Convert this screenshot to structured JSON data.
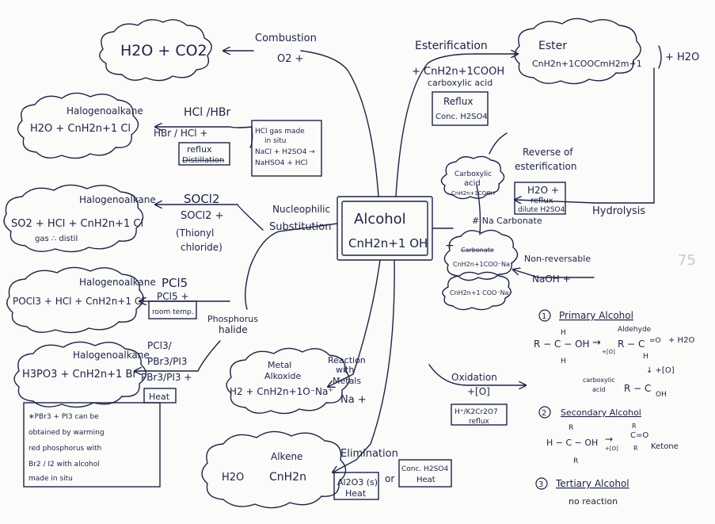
{
  "center": {
    "line1": "Alcohol",
    "line2": "CnH2n+1 OH"
  },
  "combustion": {
    "label": "Combustion",
    "reagent": "O2 +",
    "product": "H2O + CO2"
  },
  "haloalkane": {
    "title": "Halogenoalkane",
    "product": "H2O + CnH2n+1 Cl",
    "reagent_top": "HCl /HBr",
    "reagent_box1": "HBr / HCl +",
    "box_line1": "reflux",
    "box_line2": "Distillation",
    "note_line1": "HCl gas made",
    "note_line2": "in situ",
    "note_line3": "NaCl + H2SO4 →",
    "note_line4": "NaHSO4 + HCl"
  },
  "socl2": {
    "title": "Halogenoalkane",
    "product": "SO2 + HCl + CnH2n+1 Cl",
    "note": "gas ∴ distil",
    "reagent1": "SOCl2",
    "reagent2": "SOCl2 +",
    "name1": "(Thionyl",
    "name2": "chloride)"
  },
  "pcl5": {
    "title": "Halogenoalkane",
    "reagent": "PCl5",
    "product": "POCl3 + HCl + CnH2n+1 Cl",
    "cond1": "PCl5 +",
    "cond2": "room temp."
  },
  "pbr3": {
    "title": "Halogenoalkane",
    "product": "H3PO3 + CnH2n+1 Br",
    "reagent1": "PCl3/",
    "reagent2": "PBr3/PI3",
    "reagent3": "PBr3/PI3 +",
    "cond": "Heat"
  },
  "note_box": {
    "line1": "∗PBr3 + PI3 can be",
    "line2": "obtained by warming",
    "line3": "red phosphorus with",
    "line4": "Br2 / I2 with alcohol",
    "line5": "made in situ"
  },
  "nucleophilic": {
    "line1": "Nucleophilic",
    "line2": "Substitution"
  },
  "phosphorus": {
    "line1": "Phosphorus",
    "line2": "halide"
  },
  "metal": {
    "title1": "Metal",
    "title2": "Alkoxide",
    "product": "H2 + CnH2n+1O⁻Na⁺",
    "reaction1": "Reaction",
    "reaction2": "with",
    "reaction3": "Metals",
    "reagent": "Na +"
  },
  "elimination": {
    "label": "Elimination",
    "product_label": "Alkene",
    "water": "H2O",
    "alkene": "CnH2n",
    "cond1a": "Al2O3 (s)",
    "cond1b": "Heat",
    "or": "or",
    "cond2a": "Conc. H2SO4",
    "cond2b": "Heat"
  },
  "ester": {
    "label": "Esterification",
    "reagent1": "+ CnH2n+1COOH",
    "reagent2": "carboxylic acid",
    "cond1": "Reflux",
    "cond2": "Conc. H2SO4",
    "title": "Ester",
    "formula": "CnH2n+1COOCmH2m+1",
    "water": "+ H2O"
  },
  "hydrolysis": {
    "label": "Hydrolysis",
    "reverse1": "Reverse of",
    "reverse2": "esterification",
    "cond1": "H2O +",
    "cond2": "reflux",
    "cond3": "dilute H2SO4"
  },
  "acid_cloud": {
    "line1": "Carboxylic",
    "line2": "acid",
    "line3": "CnH2n+1COOH"
  },
  "salt_cloud": {
    "line1": "Carbonate",
    "line2": "CnH2n+1COO⁻Na⁺",
    "plus": "+"
  },
  "na2co3": {
    "label": "# Na Carbonate",
    "nonrev": "Non-reversable",
    "naoh": "NaOH +"
  },
  "salt_bottom": "CnH2n+1 COO⁻Na⁺",
  "oxidation": {
    "label": "Oxidation",
    "reagent": "+[O]",
    "cond1": "H⁺/K2Cr2O7",
    "cond2": "reflux"
  },
  "primary": {
    "num": "1",
    "title": "Primary Alcohol",
    "aldehyde": "Aldehyde",
    "r": "R − C − OH",
    "arrow": "→",
    "o": "+[O]",
    "prod": "R − C",
    "o2": "=O",
    "h2o": "+ H2O",
    "h": "H",
    "plus_o": "↓ +[O]",
    "acid1": "carboxylic",
    "acid2": "acid",
    "acid_r": "R − C",
    "acid_oh": "OH"
  },
  "secondary": {
    "num": "2",
    "title": "Secondary Alcohol",
    "r_top": "R",
    "formula": "H − C − OH",
    "arrow": "→",
    "o": "+[O]",
    "prod": "C=O",
    "r_bot": "R",
    "ketone": "Ketone"
  },
  "tertiary": {
    "num": "3",
    "title": "Tertiary Alcohol",
    "note": "no reaction"
  },
  "corner_mark": "75"
}
